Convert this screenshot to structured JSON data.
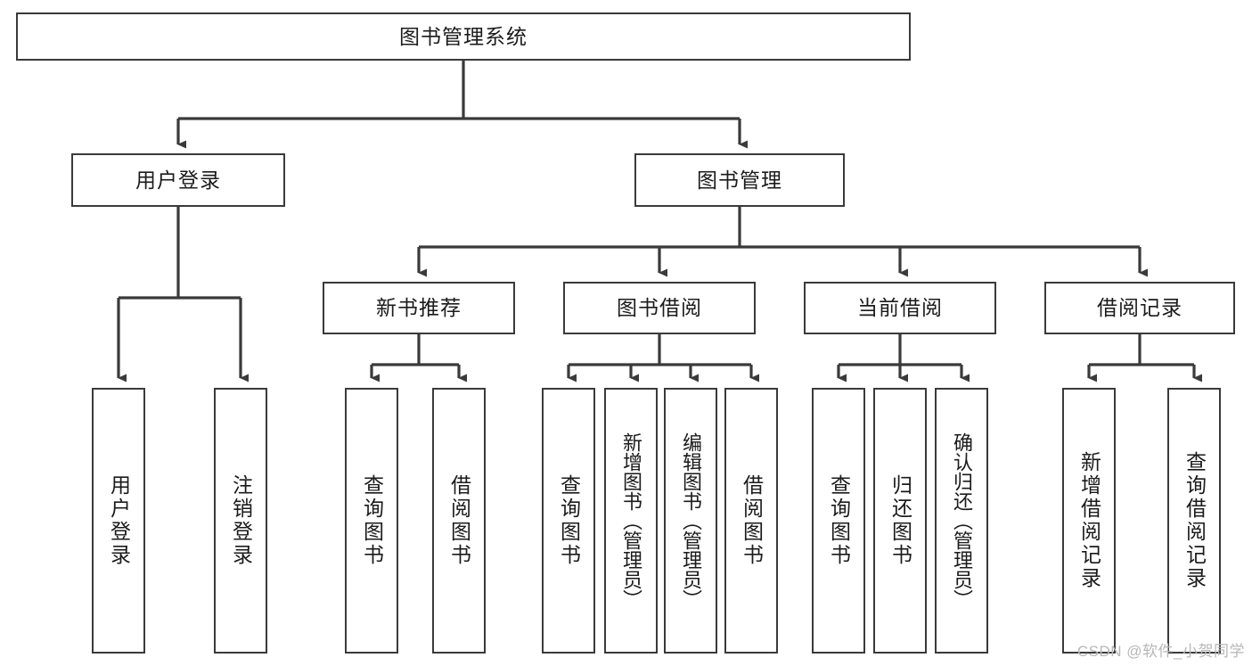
{
  "diagram": {
    "title": "图书管理系统",
    "type": "hierarchy-tree",
    "watermark": "CSDN @软件_小贺同学",
    "colors": {
      "background": "#ffffff",
      "box_border": "#3a3a3a",
      "box_fill": "#ffffff",
      "text": "#1b1b1b",
      "connector": "#3a3a3a",
      "watermark": "#b7b7b7"
    },
    "levels": {
      "level1": [
        "图书管理系统"
      ],
      "level2": [
        "用户登录",
        "图书管理"
      ],
      "level3": [
        "新书推荐",
        "图书借阅",
        "当前借阅",
        "借阅记录"
      ],
      "level4": [
        "用户登录",
        "注销登录",
        "查询图书",
        "借阅图书",
        "查询图书",
        "新增图书（管理员）",
        "编辑图书（管理员）",
        "借阅图书",
        "查询图书",
        "归还图书",
        "确认归还（管理员）",
        "新增借阅记录",
        "查询借阅记录"
      ]
    },
    "nodes": {
      "root": {
        "label": "图书管理系统"
      },
      "user_login": {
        "label": "用户登录"
      },
      "book_manage": {
        "label": "图书管理"
      },
      "new_book_rec": {
        "label": "新书推荐"
      },
      "book_borrow": {
        "label": "图书借阅"
      },
      "current_borrow": {
        "label": "当前借阅"
      },
      "borrow_record": {
        "label": "借阅记录"
      },
      "leaf_user_login": {
        "label": "用户登录"
      },
      "leaf_user_logout": {
        "label": "注销登录"
      },
      "leaf_nbr_query": {
        "label": "查询图书"
      },
      "leaf_nbr_borrow": {
        "label": "借阅图书"
      },
      "leaf_bb_query": {
        "label": "查询图书"
      },
      "leaf_bb_add": {
        "label": "新增图书（管理员）"
      },
      "leaf_bb_edit": {
        "label": "编辑图书（管理员）"
      },
      "leaf_bb_borrow": {
        "label": "借阅图书"
      },
      "leaf_cb_query": {
        "label": "查询图书"
      },
      "leaf_cb_return": {
        "label": "归还图书"
      },
      "leaf_cb_confirm": {
        "label": "确认归还（管理员）"
      },
      "leaf_br_add": {
        "label": "新增借阅记录"
      },
      "leaf_br_query": {
        "label": "查询借阅记录"
      }
    },
    "edges": [
      {
        "from": "root",
        "to": "user_login"
      },
      {
        "from": "root",
        "to": "book_manage"
      },
      {
        "from": "user_login",
        "to": "leaf_user_login"
      },
      {
        "from": "user_login",
        "to": "leaf_user_logout"
      },
      {
        "from": "book_manage",
        "to": "new_book_rec"
      },
      {
        "from": "book_manage",
        "to": "book_borrow"
      },
      {
        "from": "book_manage",
        "to": "current_borrow"
      },
      {
        "from": "book_manage",
        "to": "borrow_record"
      },
      {
        "from": "new_book_rec",
        "to": "leaf_nbr_query"
      },
      {
        "from": "new_book_rec",
        "to": "leaf_nbr_borrow"
      },
      {
        "from": "book_borrow",
        "to": "leaf_bb_query"
      },
      {
        "from": "book_borrow",
        "to": "leaf_bb_add"
      },
      {
        "from": "book_borrow",
        "to": "leaf_bb_edit"
      },
      {
        "from": "book_borrow",
        "to": "leaf_bb_borrow"
      },
      {
        "from": "current_borrow",
        "to": "leaf_cb_query"
      },
      {
        "from": "current_borrow",
        "to": "leaf_cb_return"
      },
      {
        "from": "current_borrow",
        "to": "leaf_cb_confirm"
      },
      {
        "from": "borrow_record",
        "to": "leaf_br_add"
      },
      {
        "from": "borrow_record",
        "to": "leaf_br_query"
      }
    ]
  }
}
